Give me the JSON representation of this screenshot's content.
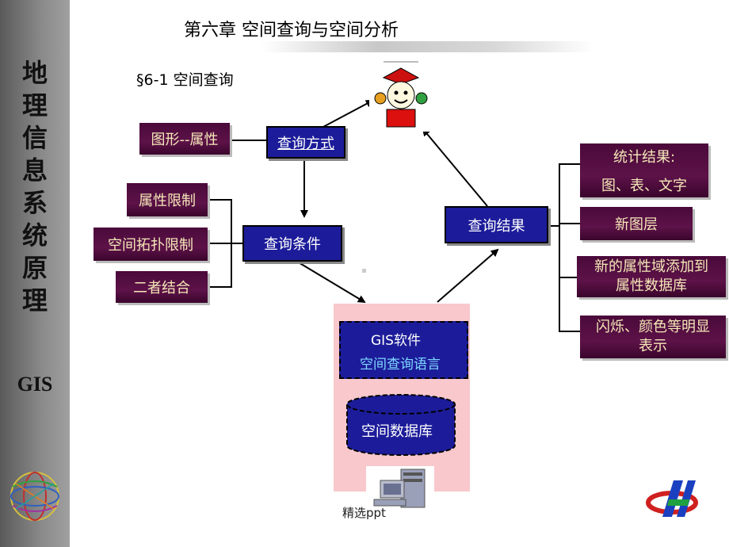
{
  "sidebar": {
    "title_chars": [
      "地",
      "理",
      "信",
      "息",
      "系",
      "统",
      "原",
      "理"
    ],
    "tag": "GIS"
  },
  "header": {
    "chapter_title": "第六章  空间查询与空间分析",
    "section": "§6-1  空间查询"
  },
  "diagram": {
    "query_method": "查询方式",
    "graphic_attribute": "图形--属性",
    "query_condition": "查询条件",
    "conditions": [
      "属性限制",
      "空间拓扑限制",
      "二者结合"
    ],
    "gis_software": "GIS软件",
    "spatial_query_language": "空间查询语言",
    "spatial_database": "空间数据库",
    "query_result": "查询结果",
    "results": {
      "stats_line1": "统计结果:",
      "stats_line2": "图、表、文字",
      "new_layer": "新图层",
      "new_attr_line1": "新的属性域添加到",
      "new_attr_line2": "属性数据库",
      "highlight_line1": "闪烁、颜色等明显",
      "highlight_line2": "表示"
    }
  },
  "footer": {
    "text": "精选ppt"
  },
  "colors": {
    "navy": "#1c1c9a",
    "maroon": "#4a0a3a",
    "pink": "#f8c8cc"
  }
}
